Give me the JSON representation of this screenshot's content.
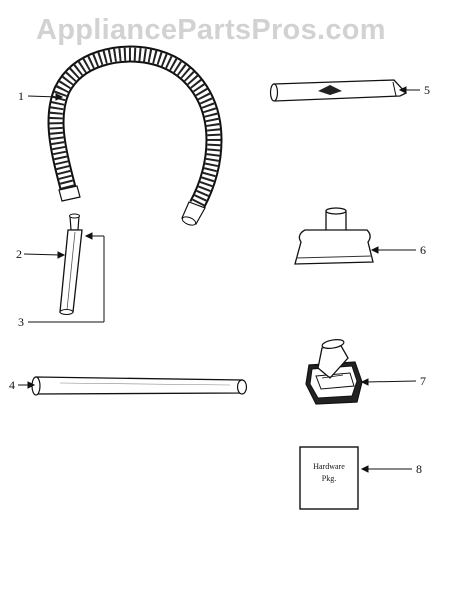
{
  "watermark": "AppliancePartsPros.com",
  "callouts": {
    "c1": "1",
    "c2": "2",
    "c3": "3",
    "c4": "4",
    "c5": "5",
    "c6": "6",
    "c7": "7",
    "c8": "8"
  },
  "hardware_box": {
    "line1": "Hardware",
    "line2": "Pkg."
  }
}
